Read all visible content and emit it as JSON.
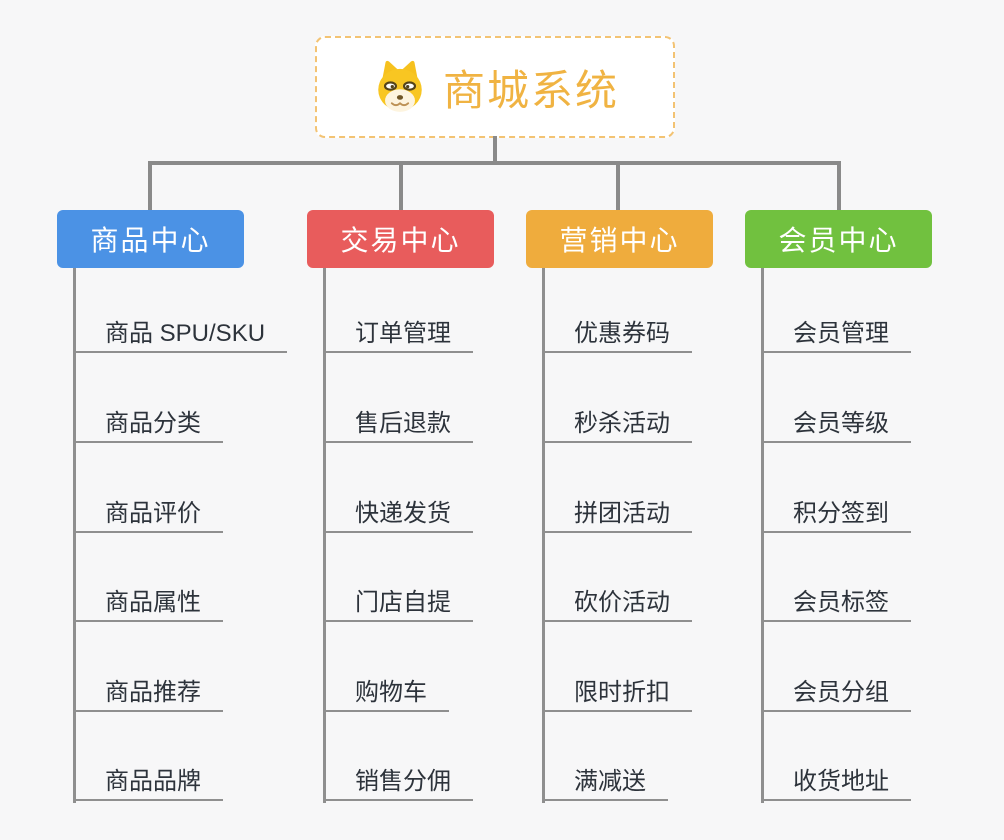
{
  "page": {
    "background_color": "#f7f7f8",
    "connector_color": "#8a8a8a"
  },
  "root": {
    "title": "商城系统",
    "icon": "doge-icon",
    "text_color": "#f0b342",
    "border_color": "#f3c373"
  },
  "branches": [
    {
      "id": "product",
      "label": "商品中心",
      "color": "#4b92e5",
      "children": [
        "商品 SPU/SKU",
        "商品分类",
        "商品评价",
        "商品属性",
        "商品推荐",
        "商品品牌"
      ]
    },
    {
      "id": "trade",
      "label": "交易中心",
      "color": "#e85c5c",
      "children": [
        "订单管理",
        "售后退款",
        "快递发货",
        "门店自提",
        "购物车",
        "销售分佣"
      ]
    },
    {
      "id": "marketing",
      "label": "营销中心",
      "color": "#efac3d",
      "children": [
        "优惠券码",
        "秒杀活动",
        "拼团活动",
        "砍价活动",
        "限时折扣",
        "满减送"
      ]
    },
    {
      "id": "member",
      "label": "会员中心",
      "color": "#71c13f",
      "children": [
        "会员管理",
        "会员等级",
        "积分签到",
        "会员标签",
        "会员分组",
        "收货地址"
      ]
    }
  ]
}
